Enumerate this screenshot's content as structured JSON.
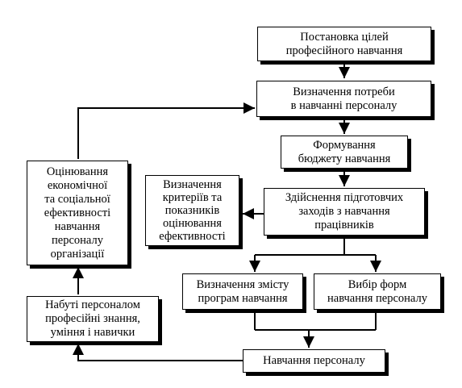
{
  "diagram": {
    "nodes": {
      "goals": "Постановка цілей\nпрофесійного навчання",
      "needs": "Визначення потреби\nв навчанні персоналу",
      "budget": "Формування\nбюджету навчання",
      "preparation": "Здійснення підготовчих\nзаходів з навчання\nпрацівників",
      "content": "Визначення змісту\nпрограм навчання",
      "forms": "Вибір форм\nнавчання персоналу",
      "training": "Навчання персоналу",
      "criteria": "Визначення\nкритеріїв та\nпоказників\nоцінювання\nефективності",
      "evaluation": "Оцінювання\nекономічної\nта соціальної\nефективності\nнавчання\nперсоналу\nорганізації",
      "acquired": "Набуті персоналом\nпрофесійні знання,\nуміння і навички"
    },
    "edges": [
      [
        "goals",
        "needs"
      ],
      [
        "needs",
        "budget"
      ],
      [
        "budget",
        "preparation"
      ],
      [
        "preparation",
        "content"
      ],
      [
        "preparation",
        "forms"
      ],
      [
        "content",
        "training"
      ],
      [
        "forms",
        "training"
      ],
      [
        "preparation",
        "criteria"
      ],
      [
        "training",
        "acquired"
      ],
      [
        "acquired",
        "evaluation"
      ],
      [
        "evaluation",
        "needs"
      ]
    ]
  }
}
